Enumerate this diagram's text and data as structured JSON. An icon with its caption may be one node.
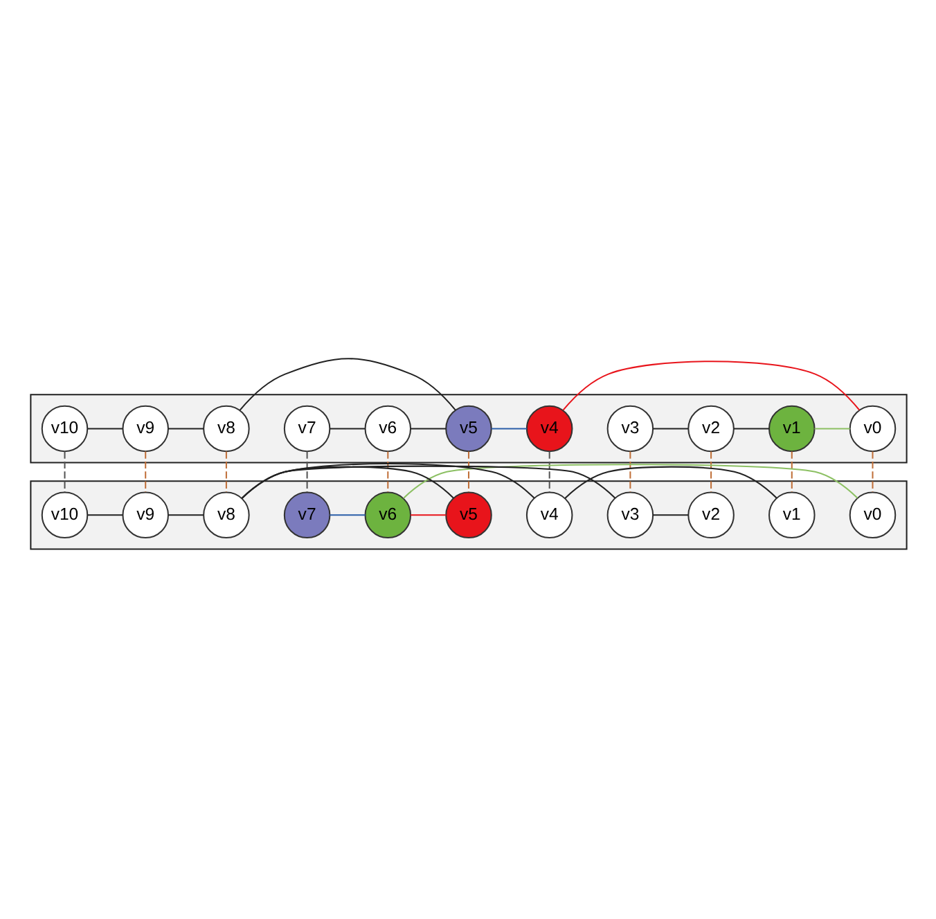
{
  "diagram": {
    "nodes": [
      {
        "text": [],
        "shape": "parallelogram"
      },
      {
        "text": [
          "v0"
        ],
        "in": 0
      },
      {
        "text": [
          "v1"
        ],
        "in": 0
      },
      {
        "text": [
          "v2"
        ],
        "in": 0
      },
      {
        "text": [
          "v3"
        ],
        "in": 0
      },
      {
        "text": [
          "v4"
        ],
        "in": 0
      },
      {
        "text": [
          "v5"
        ],
        "in": 0
      },
      {
        "text": [
          "v6"
        ],
        "in": 0
      },
      {
        "text": [
          "v7"
        ],
        "in": 0
      },
      {
        "text": [
          "v8"
        ],
        "in": 0
      },
      {
        "text": [
          "v9"
        ],
        "in": 0
      },
      {
        "text": [
          "v10"
        ],
        "in": 0
      },
      {
        "text": [],
        "shape": "parallelogram"
      },
      {
        "text": [
          "v0"
        ],
        "in": 12
      },
      {
        "text": [
          "v1"
        ],
        "in": 12
      },
      {
        "text": [
          "v2"
        ],
        "in": 12
      },
      {
        "text": [
          "v3"
        ],
        "in": 12
      },
      {
        "text": [
          "v4"
        ],
        "in": 12
      },
      {
        "text": [
          "v5"
        ],
        "in": 12
      },
      {
        "text": [
          "v6"
        ],
        "in": 12
      },
      {
        "text": [
          "v7"
        ],
        "in": 12
      },
      {
        "text": [
          "v8"
        ],
        "in": 12
      },
      {
        "text": [
          "v9"
        ],
        "in": 12
      },
      {
        "text": [
          "v10"
        ],
        "in": 12
      }
    ],
    "edges": [
      {
        "from": 2,
        "to": 3,
        "arrow": "none"
      },
      {
        "from": 3,
        "to": 4,
        "arrow": "none"
      },
      {
        "from": 1,
        "to": 2,
        "arrow": "none",
        "color": "#8cc063"
      },
      {
        "from": 1,
        "to": 5,
        "arrow": "none",
        "color": "#e8141b"
      },
      {
        "from": 5,
        "to": 6,
        "arrow": "none",
        "color": "#2a5ea8"
      },
      {
        "from": 7,
        "to": 6,
        "arrow": "none"
      },
      {
        "from": 7,
        "to": 8,
        "arrow": "none"
      },
      {
        "from": 9,
        "to": 6,
        "arrow": "none"
      },
      {
        "from": 9,
        "to": 10,
        "arrow": "none"
      },
      {
        "from": 10,
        "to": 11,
        "arrow": "none"
      },
      {
        "from": 1,
        "to": 13,
        "arrow": "none",
        "style": "dashed",
        "color": "#c0703a"
      },
      {
        "from": 2,
        "to": 14,
        "arrow": "none",
        "style": "dashed",
        "color": "#c0703a"
      },
      {
        "from": 3,
        "to": 15,
        "arrow": "none",
        "style": "dashed",
        "color": "#c0703a"
      },
      {
        "from": 4,
        "to": 16,
        "arrow": "none",
        "style": "dashed",
        "color": "#c0703a"
      },
      {
        "from": 5,
        "to": 17,
        "arrow": "none",
        "style": "dashed",
        "color": "#555555"
      },
      {
        "from": 6,
        "to": 18,
        "arrow": "none",
        "style": "dashed",
        "color": "#c0703a"
      },
      {
        "from": 7,
        "to": 19,
        "arrow": "none",
        "style": "dashed",
        "color": "#c0703a"
      },
      {
        "from": 8,
        "to": 20,
        "arrow": "none",
        "style": "dashed",
        "color": "#555555"
      },
      {
        "from": 9,
        "to": 21,
        "arrow": "none",
        "style": "dashed",
        "color": "#c0703a"
      },
      {
        "from": 10,
        "to": 22,
        "arrow": "none",
        "style": "dashed",
        "color": "#c0703a"
      },
      {
        "from": 11,
        "to": 23,
        "arrow": "none",
        "style": "dashed",
        "color": "#555555"
      },
      {
        "from": 15,
        "to": 16,
        "arrow": "none"
      },
      {
        "from": 16,
        "to": 21,
        "arrow": "none"
      },
      {
        "from": 14,
        "to": 17,
        "arrow": "none"
      },
      {
        "from": 17,
        "to": 21,
        "arrow": "none"
      },
      {
        "from": 21,
        "to": 18,
        "arrow": "none"
      },
      {
        "from": 21,
        "to": 22,
        "arrow": "none"
      },
      {
        "from": 22,
        "to": 23,
        "arrow": "none"
      },
      {
        "from": 13,
        "to": 19,
        "arrow": "none",
        "color": "#8cc063"
      },
      {
        "from": 19,
        "to": 18,
        "arrow": "none",
        "color": "#e8141b"
      },
      {
        "from": 20,
        "to": 19,
        "arrow": "none",
        "color": "#2a5ea8"
      }
    ]
  }
}
